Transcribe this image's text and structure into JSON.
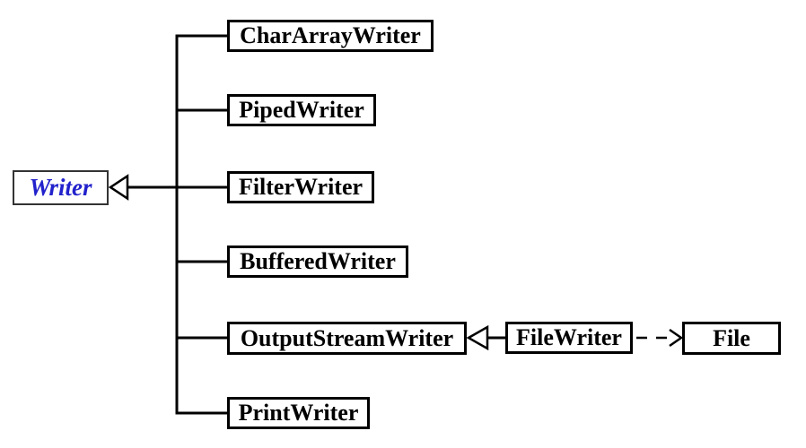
{
  "colors": {
    "background": "#ffffff",
    "line": "#000000",
    "box_border": "#000000",
    "box_fill": "#ffffff",
    "parent_text": "#2222cc",
    "child_text": "#000000"
  },
  "nodes": {
    "parent": {
      "label": "Writer"
    },
    "subclasses": [
      {
        "label": "CharArrayWriter"
      },
      {
        "label": "PipedWriter"
      },
      {
        "label": "FilterWriter"
      },
      {
        "label": "BufferedWriter"
      },
      {
        "label": "OutputStreamWriter"
      },
      {
        "label": "PrintWriter"
      }
    ],
    "outputstream_subclass": {
      "label": "FileWriter"
    },
    "dependency_target": {
      "label": "File"
    }
  }
}
